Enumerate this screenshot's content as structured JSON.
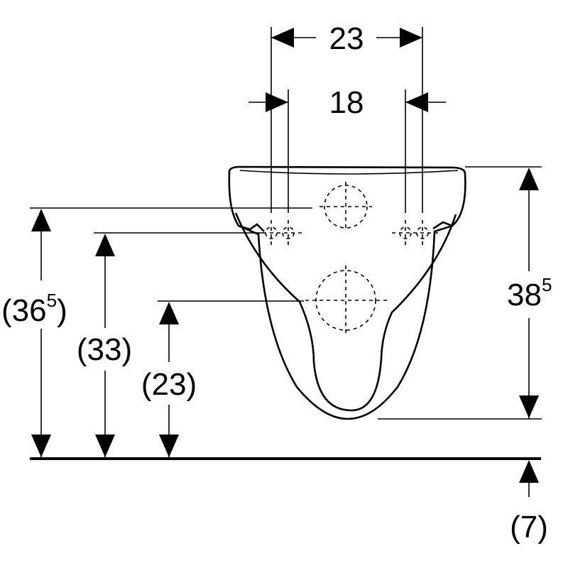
{
  "dimensions": {
    "top_width": "23",
    "fixing_width": "18",
    "height_total": {
      "main": "(36",
      "sup": "5",
      "close": ")"
    },
    "height_fixing": "(33)",
    "height_outlet": "(23)",
    "bowl_height": {
      "main": "38",
      "sup": "5"
    },
    "floor_offset": "(7)"
  }
}
